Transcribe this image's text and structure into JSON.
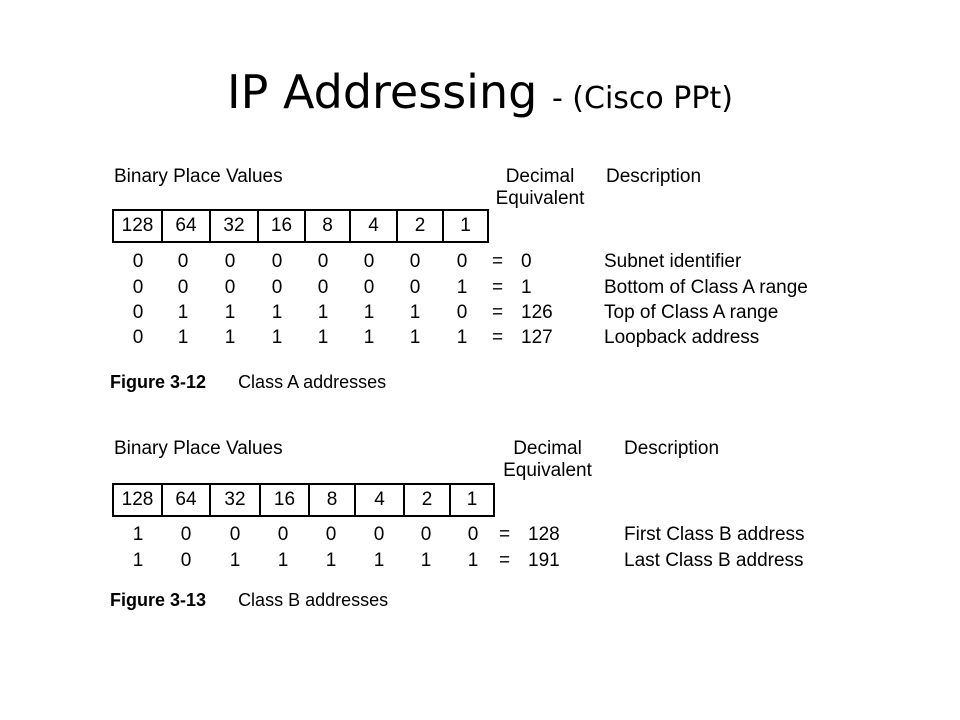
{
  "slide": {
    "title_main": "IP Addressing",
    "title_sub": "- (Cisco PPt)"
  },
  "figures": [
    {
      "header": {
        "binary_label": "Binary Place Values",
        "decimal_label": "Decimal Equivalent",
        "description_label": "Description"
      },
      "place_values": [
        "128",
        "64",
        "32",
        "16",
        "8",
        "4",
        "2",
        "1"
      ],
      "rows": [
        {
          "bits": [
            "0",
            "0",
            "0",
            "0",
            "0",
            "0",
            "0",
            "0"
          ],
          "eq": "=",
          "decimal": "0",
          "description": "Subnet identifier"
        },
        {
          "bits": [
            "0",
            "0",
            "0",
            "0",
            "0",
            "0",
            "0",
            "1"
          ],
          "eq": "=",
          "decimal": "1",
          "description": "Bottom of Class A range"
        },
        {
          "bits": [
            "0",
            "1",
            "1",
            "1",
            "1",
            "1",
            "1",
            "0"
          ],
          "eq": "=",
          "decimal": "126",
          "description": "Top of Class A range"
        },
        {
          "bits": [
            "0",
            "1",
            "1",
            "1",
            "1",
            "1",
            "1",
            "1"
          ],
          "eq": "=",
          "decimal": "127",
          "description": "Loopback address"
        }
      ],
      "caption": {
        "figure_no": "Figure 3-12",
        "text": "Class A addresses"
      }
    },
    {
      "header": {
        "binary_label": "Binary Place Values",
        "decimal_label": "Decimal Equivalent",
        "description_label": "Description"
      },
      "place_values": [
        "128",
        "64",
        "32",
        "16",
        "8",
        "4",
        "2",
        "1"
      ],
      "rows": [
        {
          "bits": [
            "1",
            "0",
            "0",
            "0",
            "0",
            "0",
            "0",
            "0"
          ],
          "eq": "=",
          "decimal": "128",
          "description": "First Class B address"
        },
        {
          "bits": [
            "1",
            "0",
            "1",
            "1",
            "1",
            "1",
            "1",
            "1"
          ],
          "eq": "=",
          "decimal": "191",
          "description": "Last Class B address"
        }
      ],
      "caption": {
        "figure_no": "Figure 3-13",
        "text": "Class B addresses"
      }
    }
  ]
}
